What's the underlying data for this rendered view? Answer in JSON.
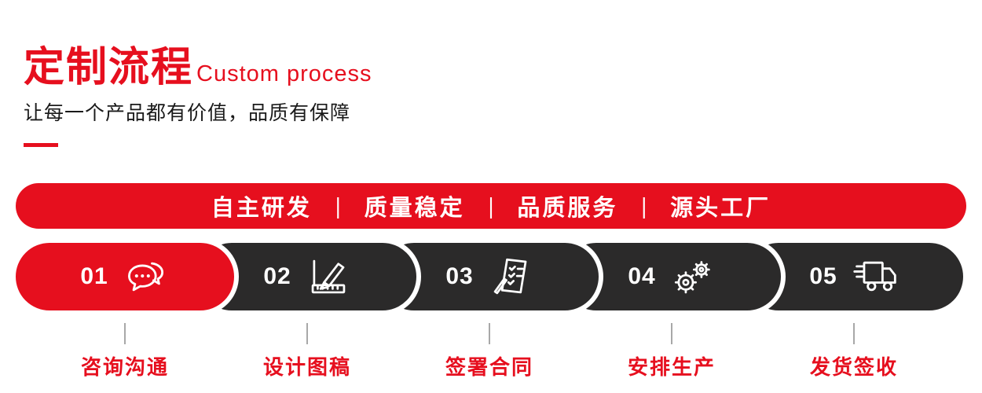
{
  "header": {
    "title_cn": "定制流程",
    "title_en": "Custom process",
    "subtitle": "让每一个产品都有价值，品质有保障"
  },
  "banner": {
    "separator": "|",
    "items": [
      "自主研发",
      "质量稳定",
      "品质服务",
      "源头工厂"
    ]
  },
  "steps": [
    {
      "number": "01",
      "label": "咨询沟通",
      "icon": "chat-bubbles-icon"
    },
    {
      "number": "02",
      "label": "设计图稿",
      "icon": "ruler-pencil-icon"
    },
    {
      "number": "03",
      "label": "签署合同",
      "icon": "contract-document-icon"
    },
    {
      "number": "04",
      "label": "安排生产",
      "icon": "gears-icon"
    },
    {
      "number": "05",
      "label": "发货签收",
      "icon": "delivery-truck-icon"
    }
  ],
  "colors": {
    "accent_red": "#e60f1e",
    "pill_dark": "#2b2a2a",
    "text_dark": "#1a1a1a",
    "white": "#ffffff"
  }
}
